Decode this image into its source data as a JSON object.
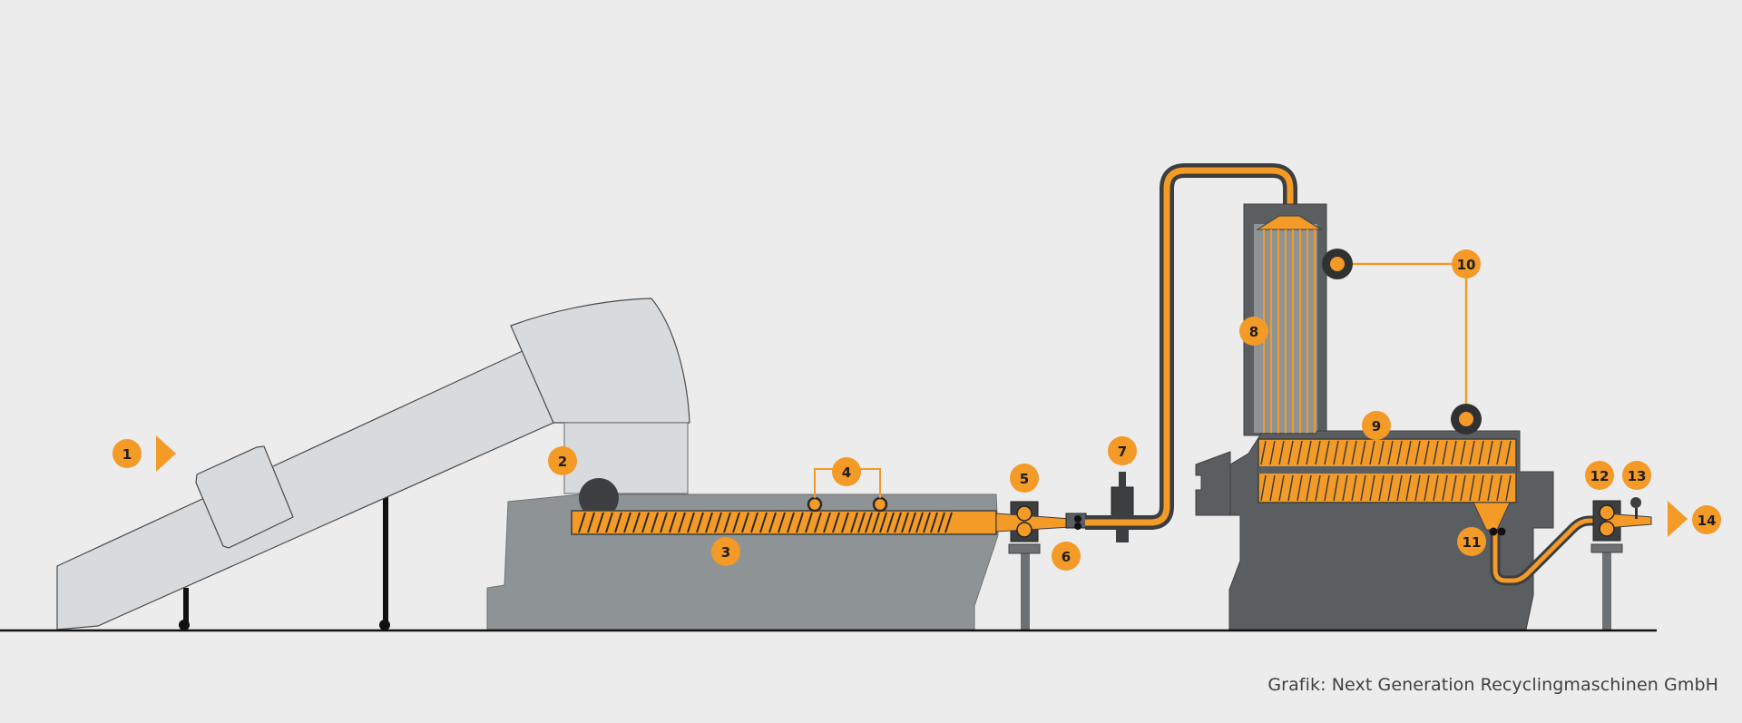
{
  "diagram": {
    "accent_color": "#f39a27",
    "machine_light_color": "#d8dbde",
    "machine_mid_color": "#8e9396",
    "machine_dark_color": "#5b5e61",
    "arrows": {
      "input": "input-arrow",
      "output": "output-arrow"
    },
    "callouts": [
      {
        "id": "1",
        "label": "1"
      },
      {
        "id": "2",
        "label": "2"
      },
      {
        "id": "3",
        "label": "3"
      },
      {
        "id": "4",
        "label": "4"
      },
      {
        "id": "5",
        "label": "5"
      },
      {
        "id": "6",
        "label": "6"
      },
      {
        "id": "7",
        "label": "7"
      },
      {
        "id": "8",
        "label": "8"
      },
      {
        "id": "9",
        "label": "9"
      },
      {
        "id": "10",
        "label": "10"
      },
      {
        "id": "11",
        "label": "11"
      },
      {
        "id": "12",
        "label": "12"
      },
      {
        "id": "13",
        "label": "13"
      },
      {
        "id": "14",
        "label": "14"
      }
    ]
  },
  "credit": "Grafik: Next Generation Recyclingmaschinen GmbH"
}
